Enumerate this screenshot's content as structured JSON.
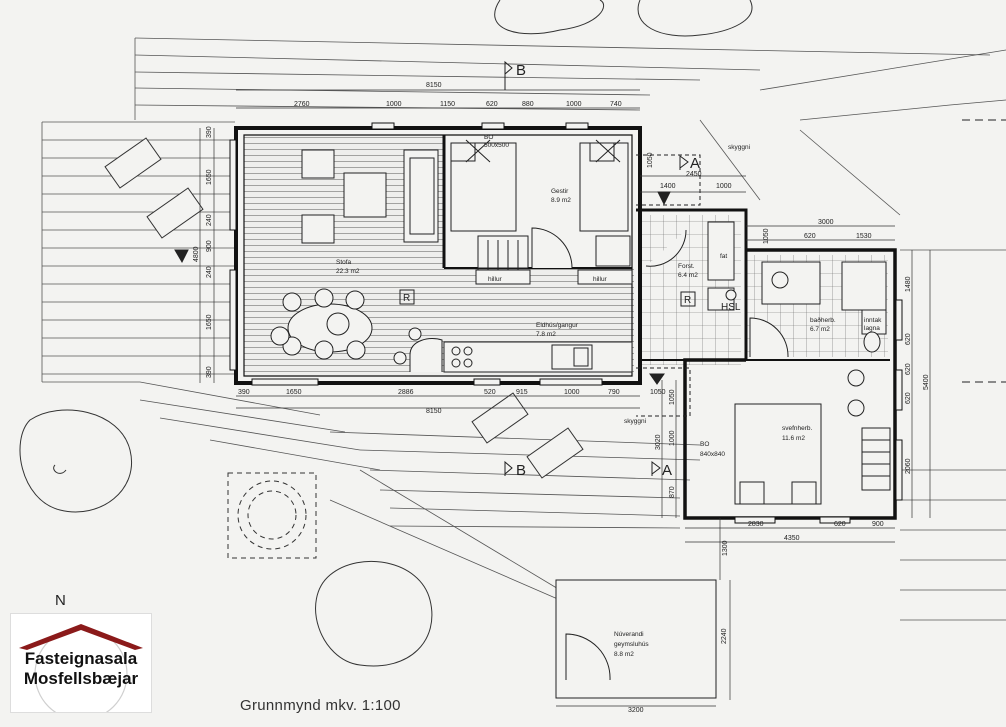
{
  "north_label": "N",
  "section_markers": {
    "b_top": "B",
    "b_bottom": "B",
    "a_right": "A",
    "a_bottom": "A"
  },
  "rooms": {
    "stofa": {
      "name": "Stofa",
      "area": "22.3 m2"
    },
    "gestir": {
      "name": "Gestir",
      "area": "8.9 m2"
    },
    "eldhus": {
      "name": "Eldhús/gangur",
      "area": "7.8 m2"
    },
    "forst": {
      "name": "Forst.",
      "area": "6.4 m2"
    },
    "bad": {
      "name": "baðherb.",
      "area": "6.7 m2"
    },
    "svefn": {
      "name": "svefnherb.",
      "area": "11.6 m2"
    },
    "geymsla": {
      "name": "Núverandi",
      "name2": "geymsluhús",
      "area": "8.8 m2"
    }
  },
  "labels": {
    "bo_top": "BO",
    "bo_top_size": "500x500",
    "bo_side": "BO",
    "bo_side_size": "840x840",
    "hillur_1": "hillur",
    "hillur_2": "hillur",
    "hsl": "HSL",
    "r1": "R",
    "r2": "R",
    "fat": "fat",
    "inntak": "inntak",
    "lagna": "lagna",
    "skyggni_top": "skyggni",
    "skyggni_bottom": "skyggni"
  },
  "dims_top": {
    "total": "8150",
    "d1": "2760",
    "d2": "1000",
    "d3": "1150",
    "d4": "620",
    "d5": "880",
    "d6": "1000",
    "d7": "740"
  },
  "dims_bottom": {
    "total": "8150",
    "d1": "390",
    "d2": "1650",
    "d3": "2886",
    "d4": "520",
    "d5": "915",
    "d6": "1000",
    "d7": "790",
    "d8": "1050"
  },
  "dims_left": {
    "d1": "390",
    "d2": "1650",
    "d3": "240",
    "d4": "900",
    "d5": "240",
    "d6": "1650",
    "d7": "390",
    "total": "4800"
  },
  "dims_mid": {
    "a": "1050",
    "b": "2450",
    "c": "1400",
    "d": "1000",
    "e": "3000",
    "f": "1050",
    "g": "620",
    "h": "1530"
  },
  "dims_right": {
    "a": "1480",
    "b": "620",
    "c": "620",
    "d": "620",
    "e": "2060",
    "total": "5400"
  },
  "dims_low": {
    "a": "2830",
    "b": "620",
    "c": "900",
    "d": "4350",
    "e": "1300",
    "f": "2240",
    "g": "3200",
    "h": "3020",
    "i": "1000",
    "j": "870",
    "k": "1050"
  },
  "title": "Grunnmynd  mkv. 1:100",
  "logo": {
    "line1": "Fasteignasala",
    "line2": "Mosfellsbæjar",
    "accent": "#8b1a1a"
  }
}
